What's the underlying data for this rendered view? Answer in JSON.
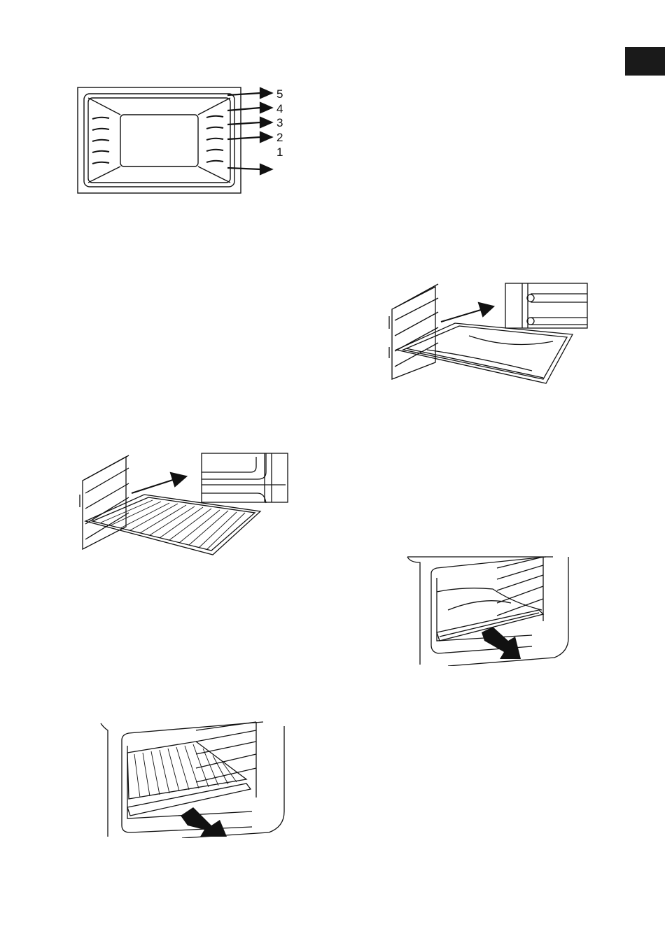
{
  "page": {
    "tab_color": "#1a1a1a",
    "figures": [
      {
        "name": "oven-shelf-levels",
        "labels": [
          "5",
          "4",
          "3",
          "2",
          "1"
        ]
      },
      {
        "name": "baking-tray-in-runners"
      },
      {
        "name": "wire-shelf-in-runners"
      },
      {
        "name": "baking-tray-push-in"
      },
      {
        "name": "wire-shelf-push-in"
      }
    ]
  }
}
